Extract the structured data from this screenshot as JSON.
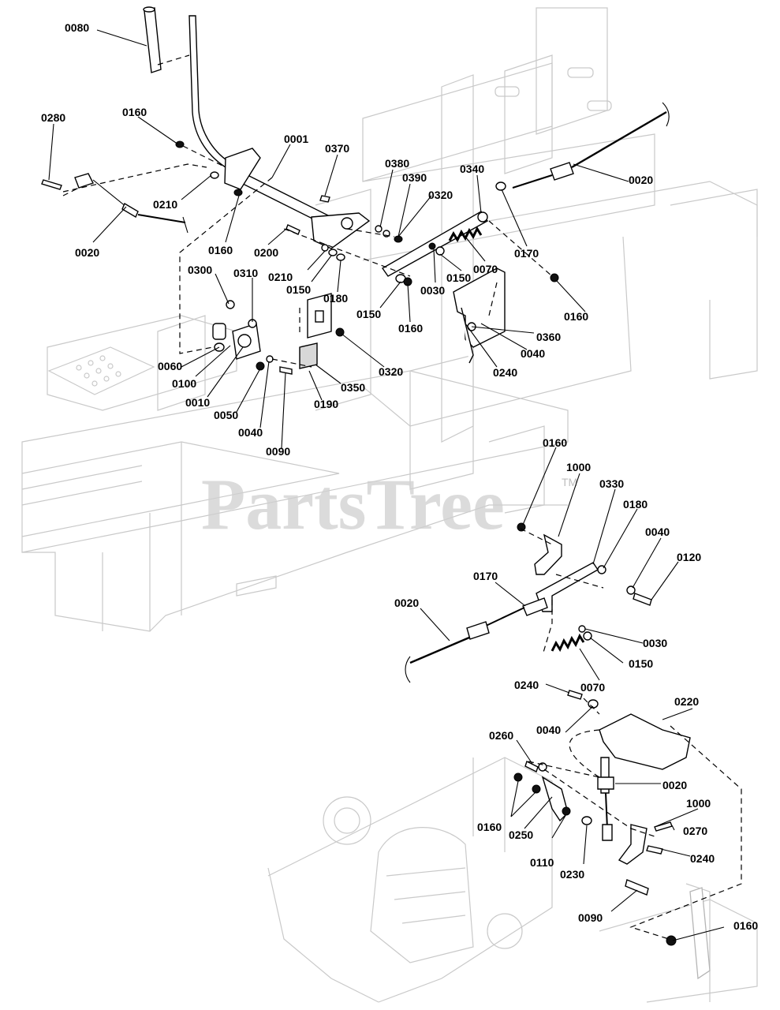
{
  "watermark": {
    "text": "PartsTree",
    "tm": "TM"
  },
  "callouts": [
    {
      "id": "c1",
      "label": "0080"
    },
    {
      "id": "c2",
      "label": "0280"
    },
    {
      "id": "c3",
      "label": "0160"
    },
    {
      "id": "c4",
      "label": "0001"
    },
    {
      "id": "c5",
      "label": "0370"
    },
    {
      "id": "c6",
      "label": "0380"
    },
    {
      "id": "c7",
      "label": "0390"
    },
    {
      "id": "c8",
      "label": "0340"
    },
    {
      "id": "c9",
      "label": "0020"
    },
    {
      "id": "c10",
      "label": "0210"
    },
    {
      "id": "c11",
      "label": "0320"
    },
    {
      "id": "c12",
      "label": "0020"
    },
    {
      "id": "c13",
      "label": "0160"
    },
    {
      "id": "c14",
      "label": "0200"
    },
    {
      "id": "c15",
      "label": "0210"
    },
    {
      "id": "c16",
      "label": "0170"
    },
    {
      "id": "c17",
      "label": "0070"
    },
    {
      "id": "c18",
      "label": "0300"
    },
    {
      "id": "c19",
      "label": "0310"
    },
    {
      "id": "c20",
      "label": "0150"
    },
    {
      "id": "c21",
      "label": "0180"
    },
    {
      "id": "c22",
      "label": "0030"
    },
    {
      "id": "c23",
      "label": "0150"
    },
    {
      "id": "c24",
      "label": "0150"
    },
    {
      "id": "c25",
      "label": "0160"
    },
    {
      "id": "c26",
      "label": "0160"
    },
    {
      "id": "c27",
      "label": "0360"
    },
    {
      "id": "c28",
      "label": "0040"
    },
    {
      "id": "c29",
      "label": "0320"
    },
    {
      "id": "c30",
      "label": "0060"
    },
    {
      "id": "c31",
      "label": "0240"
    },
    {
      "id": "c32",
      "label": "0100"
    },
    {
      "id": "c33",
      "label": "0350"
    },
    {
      "id": "c34",
      "label": "0010"
    },
    {
      "id": "c35",
      "label": "0190"
    },
    {
      "id": "c36",
      "label": "0050"
    },
    {
      "id": "c37",
      "label": "0040"
    },
    {
      "id": "c38",
      "label": "0090"
    },
    {
      "id": "c39",
      "label": "0160"
    },
    {
      "id": "c40",
      "label": "1000"
    },
    {
      "id": "c41",
      "label": "0330"
    },
    {
      "id": "c42",
      "label": "0180"
    },
    {
      "id": "c43",
      "label": "0040"
    },
    {
      "id": "c44",
      "label": "0120"
    },
    {
      "id": "c45",
      "label": "0170"
    },
    {
      "id": "c46",
      "label": "0020"
    },
    {
      "id": "c47",
      "label": "0030"
    },
    {
      "id": "c48",
      "label": "0150"
    },
    {
      "id": "c49",
      "label": "0070"
    },
    {
      "id": "c50",
      "label": "0240"
    },
    {
      "id": "c51",
      "label": "0220"
    },
    {
      "id": "c52",
      "label": "0040"
    },
    {
      "id": "c53",
      "label": "0260"
    },
    {
      "id": "c54",
      "label": "0020"
    },
    {
      "id": "c55",
      "label": "1000"
    },
    {
      "id": "c56",
      "label": "0160"
    },
    {
      "id": "c57",
      "label": "0270"
    },
    {
      "id": "c58",
      "label": "0240"
    },
    {
      "id": "c59",
      "label": "0250"
    },
    {
      "id": "c60",
      "label": "0110"
    },
    {
      "id": "c61",
      "label": "0230"
    },
    {
      "id": "c62",
      "label": "0090"
    },
    {
      "id": "c63",
      "label": "0160"
    }
  ]
}
